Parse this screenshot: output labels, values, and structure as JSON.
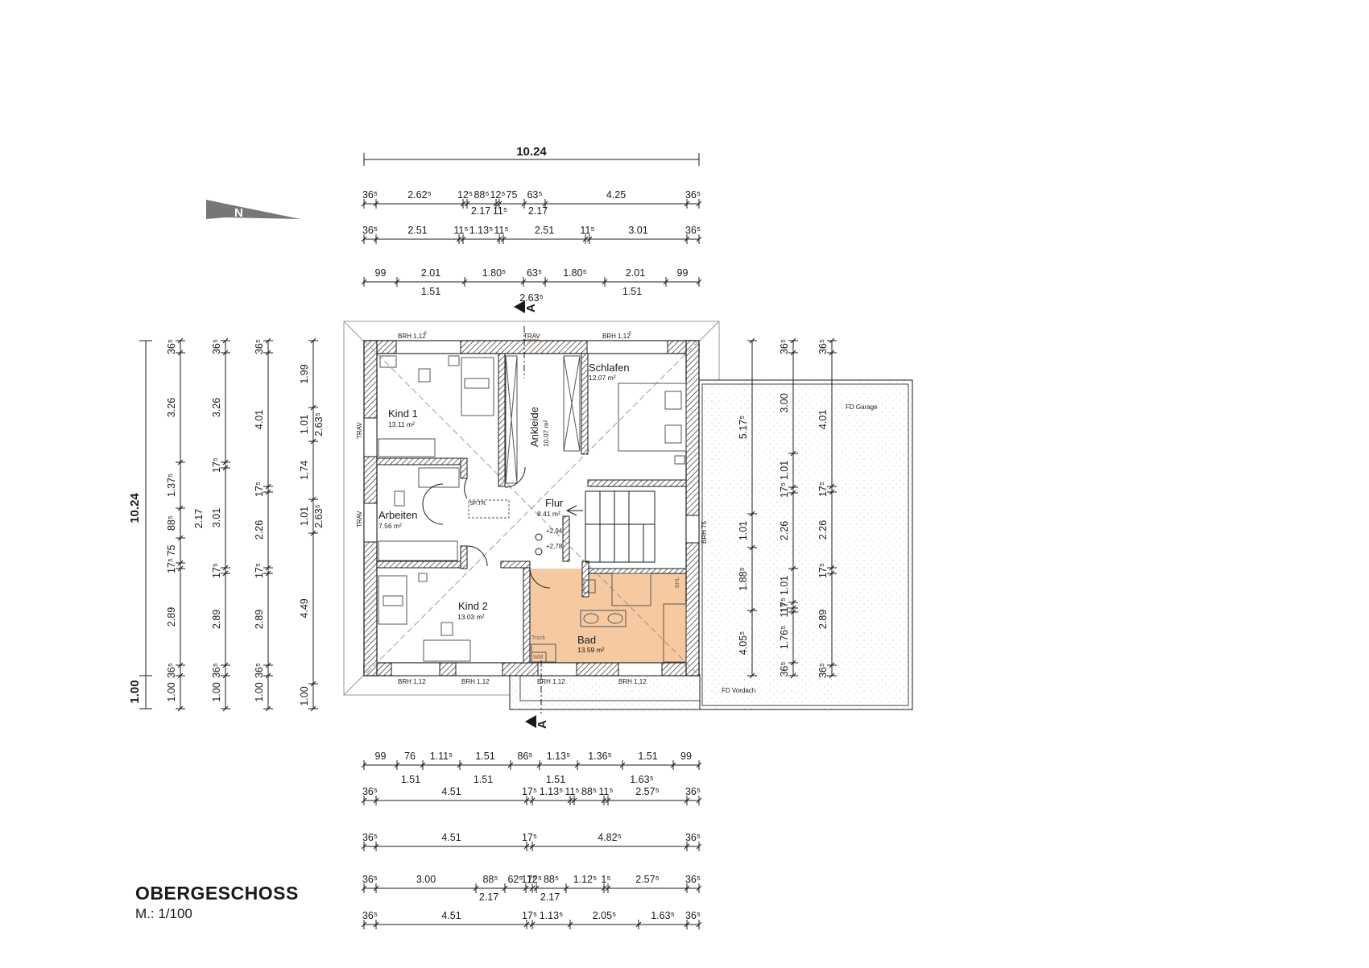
{
  "drawing": {
    "title": "OBERGESCHOSS",
    "scale": "M.: 1/100",
    "north_label": "N",
    "section_label": "A"
  },
  "overall": {
    "width": "10.24",
    "depth": "10.24",
    "offset": "1.00"
  },
  "rooms": [
    {
      "name": "Kind 1",
      "area": "13.11 m²"
    },
    {
      "name": "Ankleide",
      "area": "10.07 m²"
    },
    {
      "name": "Schlafen",
      "area": "12.07 m²"
    },
    {
      "name": "Arbeiten",
      "area": "7.56 m²"
    },
    {
      "name": "Flur",
      "area": "8.41 m²"
    },
    {
      "name": "Kind 2",
      "area": "13.03 m²"
    },
    {
      "name": "Bad",
      "area": "13.59 m²"
    }
  ],
  "annotations": {
    "brh": "BRH 1,12",
    "brh_sup": "5",
    "trav": "TRAV",
    "brh75": "BRH 75",
    "sptr": "SP.TR.",
    "fd_garage": "FD Garage",
    "fd_vordach": "FD Vordach",
    "level_1": "+2,94",
    "level_2": "+2,78",
    "trock": "Trock",
    "wm": "WM",
    "bhl": "BHL"
  },
  "colors": {
    "wall_line": "#1a1a1a",
    "bath_fill": "#f6c9a0",
    "door_highlight": "#f2a86c",
    "roof_fill": "#f1f1f1",
    "north_arrow": "#777777"
  },
  "dims_top": [
    [
      "36⁵",
      "2.62⁵",
      "12⁵",
      "88⁵",
      "12⁵",
      "75",
      "63⁵",
      "4.25",
      "36⁵"
    ],
    [
      "2.17",
      "11⁵",
      "2.17"
    ],
    [
      "36⁵",
      "2.51",
      "11⁵",
      "1.13⁵",
      "11⁵",
      "2.51",
      "11⁵",
      "3.01",
      "36⁵"
    ],
    [
      "99",
      "2.01",
      "1.80⁵",
      "63⁵",
      "1.80⁵",
      "2.01",
      "99"
    ],
    [
      "1.51",
      "1.51"
    ],
    [
      "2.63⁵"
    ]
  ],
  "dims_left": [
    [
      "36⁵",
      "3.26",
      "1.37⁵",
      "88⁵",
      "75",
      "17⁵",
      "2.89",
      "36⁵",
      "1.00"
    ],
    [
      "2.17"
    ],
    [
      "36⁵",
      "3.26",
      "17⁵",
      "3.01",
      "17⁵",
      "2.89",
      "36⁵",
      "1.00"
    ],
    [
      "36⁵",
      "4.01",
      "17⁵",
      "2.26",
      "17⁵",
      "2.89",
      "36⁵",
      "1.00"
    ],
    [
      "1.99",
      "1.01",
      "1.74",
      "1.01",
      "4.49",
      "1.00"
    ],
    [
      "2.63⁵",
      "2.63⁵"
    ]
  ],
  "dims_right": [
    [
      "5.17⁵",
      "1.01",
      "1.88⁵",
      "4.05⁵"
    ],
    [
      "36⁵",
      "3.00",
      "1.01",
      "17⁵",
      "2.26",
      "1.01",
      "17⁵",
      "11⁵",
      "1.76⁵",
      "36⁵"
    ],
    [
      "36⁵",
      "4.01",
      "17⁵",
      "2.26",
      "17⁵",
      "2.89",
      "36⁵"
    ]
  ],
  "dims_bottom": [
    [
      "99",
      "76",
      "1.11⁵",
      "1.51",
      "86⁵",
      "1.13⁵",
      "1.36⁵",
      "1.51",
      "99"
    ],
    [
      "1.51",
      "1.51",
      "1.51",
      "1.63⁵"
    ],
    [
      "36⁵",
      "4.51",
      "17⁵",
      "1.13⁵",
      "11⁵",
      "88⁵",
      "11⁵",
      "2.57⁵",
      "36⁵"
    ],
    [
      "36⁵",
      "4.51",
      "17⁵",
      "4.82⁵",
      "36⁵"
    ],
    [
      "36⁵",
      "3.00",
      "88⁵",
      "62⁵",
      "17⁵",
      "12⁵",
      "88⁵",
      "1.12⁵",
      "1⁵",
      "2.57⁵",
      "36⁵"
    ],
    [
      "2.17",
      "2.17"
    ],
    [
      "36⁵",
      "4.51",
      "17⁵",
      "1.13⁵",
      "2.05⁵",
      "1.63⁵",
      "36⁵"
    ]
  ]
}
